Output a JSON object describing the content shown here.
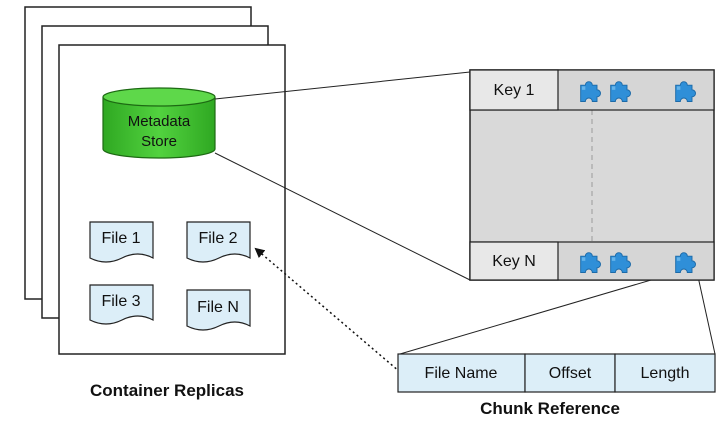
{
  "metadata_store": {
    "label_line1": "Metadata",
    "label_line2": "Store"
  },
  "files": [
    {
      "label": "File 1"
    },
    {
      "label": "File 2"
    },
    {
      "label": "File 3"
    },
    {
      "label": "File N"
    }
  ],
  "container_caption": "Container Replicas",
  "table": {
    "keys": [
      {
        "label": "Key 1"
      },
      {
        "label": "Key N"
      }
    ]
  },
  "chunk_reference": {
    "fields": [
      "File Name",
      "Offset",
      "Length"
    ],
    "caption": "Chunk Reference"
  },
  "icons": [
    "puzzle-piece-icon"
  ],
  "colors": {
    "metadata_store_fill": "#3cba2c",
    "file_fill": "#dceef8",
    "table_fill": "#d9d9d9",
    "key_cell_fill": "#e8e8e8",
    "chunk_fill": "#dceef8",
    "puzzle_icon": "#2f8fd8"
  }
}
